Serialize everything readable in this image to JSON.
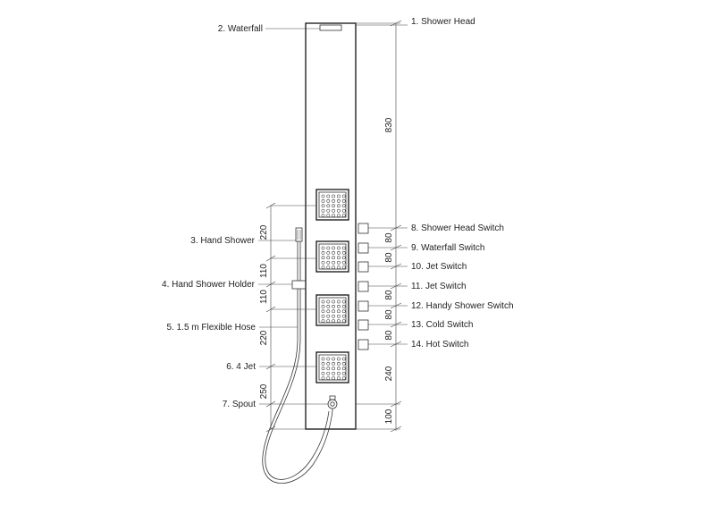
{
  "labels": {
    "l1": "1. Shower Head",
    "l2": "2. Waterfall",
    "l3": "3. Hand Shower",
    "l4": "4. Hand Shower Holder",
    "l5": "5. 1.5 m Flexible Hose",
    "l6": "6. 4 Jet",
    "l7": "7. Spout",
    "l8": "8. Shower Head Switch",
    "l9": "9. Waterfall Switch",
    "l10": "10. Jet Switch",
    "l11": "11. Jet Switch",
    "l12": "12. Handy Shower Switch",
    "l13": "13. Cold Switch",
    "l14": "14. Hot Switch"
  },
  "dimensions_right": {
    "d830": "830",
    "d80a": "80",
    "d80b": "80",
    "d80c": "80",
    "d80d": "80",
    "d80e": "80",
    "d240": "240",
    "d100": "100"
  },
  "dimensions_left": {
    "d220a": "220",
    "d110a": "110",
    "d110b": "110",
    "d220b": "220",
    "d250": "250"
  }
}
